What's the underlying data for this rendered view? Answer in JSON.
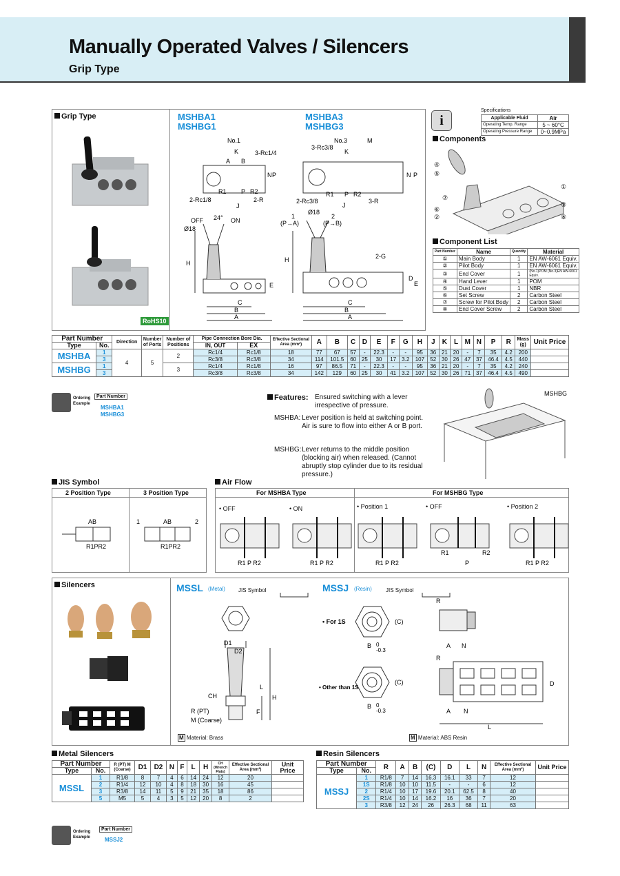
{
  "header": {
    "title": "Manually Operated Valves / Silencers",
    "subtitle": "Grip Type"
  },
  "grip": {
    "section": "Grip Type",
    "rohs": "RoHS10",
    "model_a1": "MSHBA1",
    "model_g1": "MSHBG1",
    "model_a3": "MSHBA3",
    "model_g3": "MSHBG3",
    "dims_left": [
      "No.1",
      "K",
      "A",
      "B",
      "3-Rc1/4",
      "N",
      "P",
      "R1",
      "P",
      "R2",
      "2-Rc1/8",
      "J",
      "2-R",
      "OFF",
      "24°",
      "ON",
      "Ø18",
      "H",
      "E",
      "C",
      "B",
      "A"
    ],
    "dims_right": [
      "No.3",
      "3-Rc3/8",
      "K",
      "M",
      "N",
      "P",
      "R1",
      "P",
      "R2",
      "2-Rc3/8",
      "J",
      "3-R",
      "1",
      "(P→A)",
      "Ø18",
      "2",
      "(P→B)",
      "H",
      "2-G",
      "D",
      "E",
      "C",
      "B",
      "A"
    ]
  },
  "specs": {
    "title": "Specifications",
    "rows": [
      [
        "Applicable Fluid",
        "Air"
      ],
      [
        "Operating Temp. Range",
        "5 ~ 60°C"
      ],
      [
        "Operating Pressure Range",
        "0~0.9MPa"
      ]
    ]
  },
  "components": {
    "title": "Components",
    "labels": [
      "④",
      "⑤",
      "⑦",
      "⑥",
      "②",
      "①",
      "③",
      "⑧"
    ]
  },
  "component_list": {
    "title": "Component List",
    "headers": [
      "Part Number",
      "Name",
      "Quantity",
      "Material"
    ],
    "rows": [
      [
        "①",
        "Main Body",
        "1",
        "EN AW-6061 Equiv."
      ],
      [
        "②",
        "Pilot Body",
        "1",
        "EN AW-6061 Equiv."
      ],
      [
        "③",
        "End Cover",
        "1",
        "(No.1)POM (No.3)EN AW-6061 Equiv."
      ],
      [
        "④",
        "Hand Lever",
        "1",
        "POM"
      ],
      [
        "⑤",
        "Dust Cover",
        "1",
        "NBR"
      ],
      [
        "⑥",
        "Set Screw",
        "2",
        "Carbon Steel"
      ],
      [
        "⑦",
        "Screw for Pilot Body",
        "2",
        "Carbon Steel"
      ],
      [
        "⑧",
        "End Cover Screw",
        "2",
        "Carbon Steel"
      ]
    ]
  },
  "main_table": {
    "h_part": "Part Number",
    "h_type": "Type",
    "h_no": "No.",
    "h_dir": "Direction",
    "h_ports": "Number of Ports",
    "h_pos": "Number of Positions",
    "h_pipe": "Pipe Connection Bore Dia.",
    "h_in": "IN, OUT",
    "h_ex": "EX",
    "h_area": "Effective Sectional Area (mm²)",
    "h_mass": "Mass (g)",
    "h_price": "Unit Price",
    "cols": [
      "A",
      "B",
      "C",
      "D",
      "E",
      "F",
      "G",
      "H",
      "J",
      "K",
      "L",
      "M",
      "N",
      "P",
      "R"
    ],
    "types": [
      "MSHBA",
      "MSHBG"
    ],
    "direction": "4",
    "ports": "5",
    "positions": [
      "2",
      "3"
    ],
    "rows": [
      [
        "1",
        "Rc1/4",
        "Rc1/8",
        "18",
        "77",
        "67",
        "57",
        "-",
        "22.3",
        "-",
        "-",
        "95",
        "36",
        "21",
        "20",
        "-",
        "7",
        "35",
        "4.2",
        "200"
      ],
      [
        "3",
        "Rc3/8",
        "Rc3/8",
        "34",
        "114",
        "101.5",
        "60",
        "25",
        "30",
        "17",
        "3.2",
        "107",
        "52",
        "30",
        "26",
        "47",
        "37",
        "46.4",
        "4.5",
        "440"
      ],
      [
        "1",
        "Rc1/4",
        "Rc1/8",
        "16",
        "97",
        "86.5",
        "71",
        "-",
        "22.3",
        "-",
        "-",
        "95",
        "36",
        "21",
        "20",
        "-",
        "7",
        "35",
        "4.2",
        "240"
      ],
      [
        "3",
        "Rc3/8",
        "Rc3/8",
        "34",
        "142",
        "129",
        "60",
        "25",
        "30",
        "41",
        "3.2",
        "107",
        "52",
        "30",
        "26",
        "71",
        "37",
        "46.4",
        "4.5",
        "490"
      ]
    ]
  },
  "ordering1": {
    "label": "Ordering Example",
    "part_label": "Part Number",
    "parts": [
      "MSHBA1",
      "MSHBG3"
    ]
  },
  "features": {
    "title": "Features:",
    "intro": "Ensured switching with a lever irrespective of pressure.",
    "a_label": "MSHBA:",
    "a_text": "Lever position is held at switching point. Air is sure to flow into either A or B port.",
    "g_label": "MSHBG:",
    "g_text": "Lever returns to the middle position (blocking air) when released. (Cannot abruptly stop cylinder due to its residual pressure.)",
    "img_label": "MSHBG"
  },
  "jis": {
    "title": "JIS Symbol",
    "col1": "2 Position Type",
    "col2": "3 Position Type"
  },
  "airflow": {
    "title": "Air Flow",
    "col1": "For MSHBA Type",
    "col2": "For MSHBG Type",
    "states": [
      "• OFF",
      "• ON",
      "• Position 1",
      "• OFF",
      "• Position 2"
    ]
  },
  "silencers": {
    "section": "Silencers",
    "mssl": "MSSL",
    "mssl_sub": "(Metal)",
    "mssj": "MSSJ",
    "mssj_sub": "(Resin)",
    "jis": "JIS Symbol",
    "for1s": "• For 1S",
    "other": "• Other than 1S",
    "mat1": "Material: Brass",
    "mat2": "Material: ABS Resin",
    "m": "M",
    "lbl_rpt": "R (PT)",
    "lbl_mc": "M (Coarse)",
    "lbl_ch": "CH"
  },
  "metal": {
    "title": "Metal Silencers",
    "h_part": "Part Number",
    "h_type": "Type",
    "h_no": "No.",
    "h_r": "R (PT) M (Coarse)",
    "cols": [
      "D1",
      "D2",
      "N",
      "F",
      "L",
      "H"
    ],
    "h_ch": "CH (Wrench Flats)",
    "h_area": "Effective Sectional Area (mm²)",
    "h_price": "Unit Price",
    "type": "MSSL",
    "rows": [
      [
        "1",
        "R1/8",
        "8",
        "7",
        "4",
        "6",
        "14",
        "24",
        "12",
        "20"
      ],
      [
        "2",
        "R1/4",
        "12",
        "10",
        "4",
        "8",
        "18",
        "30",
        "16",
        "45"
      ],
      [
        "3",
        "R3/8",
        "14",
        "11",
        "5",
        "9",
        "21",
        "35",
        "18",
        "86"
      ],
      [
        "5",
        "M5",
        "5",
        "4",
        "3",
        "5",
        "12",
        "20",
        "8",
        "2"
      ]
    ]
  },
  "resin": {
    "title": "Resin Silencers",
    "h_part": "Part Number",
    "h_type": "Type",
    "h_no": "No.",
    "cols": [
      "R",
      "A",
      "B",
      "(C)",
      "D",
      "L",
      "N"
    ],
    "h_area": "Effective Sectional Area (mm²)",
    "h_price": "Unit Price",
    "type": "MSSJ",
    "rows": [
      [
        "1",
        "R1/8",
        "7",
        "14",
        "16.3",
        "16.1",
        "33",
        "7",
        "12"
      ],
      [
        "1S",
        "R1/8",
        "10",
        "10",
        "11.5",
        "-",
        "-",
        "6",
        "12"
      ],
      [
        "2",
        "R1/4",
        "10",
        "17",
        "19.6",
        "20.1",
        "62.5",
        "8",
        "40"
      ],
      [
        "2S",
        "R1/4",
        "10",
        "14",
        "16.2",
        "16",
        "36",
        "7",
        "20"
      ],
      [
        "3",
        "R3/8",
        "12",
        "24",
        "26",
        "26.3",
        "68",
        "11",
        "63"
      ]
    ]
  },
  "ordering2": {
    "label": "Ordering Example",
    "part_label": "Part Number",
    "part": "MSSJ2"
  },
  "colors": {
    "band": "#d8eef5",
    "accent": "#1a8fd8",
    "tint": "#d6eef8"
  }
}
